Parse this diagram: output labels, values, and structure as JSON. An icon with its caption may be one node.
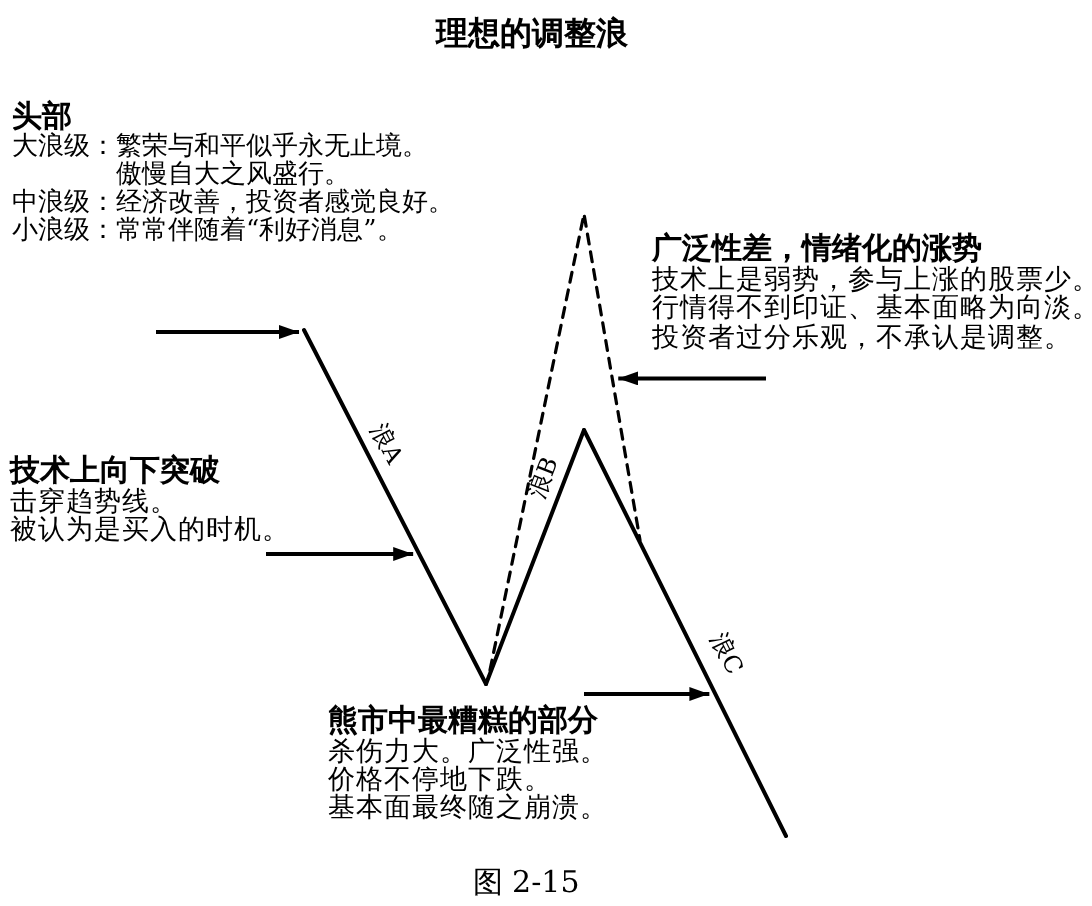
{
  "diagram": {
    "title": "理想的调整浪",
    "caption": "图 2-15",
    "nodes": [
      {
        "text": [
          "头部",
          "大浪级：繁荣与和平似乎永无止境。傲慢自大之风盛行。",
          "中浪级：经济改善，投资者感觉良好。",
          "小浪级：常常伴随着“利好消息”。"
        ]
      },
      {
        "text": [
          "广泛性差，情绪化的涨势",
          "技术上是弱势，参与上涨的股票少。",
          "行情得不到印证、基本面略为向淡。",
          "投资者过分乐观，不承认是调整。"
        ]
      },
      {
        "text": [
          "技术上向下突破",
          "击穿趋势线。",
          "被认为是买入的时机。"
        ]
      },
      {
        "text": [
          "浪A"
        ]
      },
      {
        "text": [
          "浪B"
        ]
      },
      {
        "text": [
          "浪C"
        ]
      },
      {
        "text": [
          "熊市中最糟糕的部分",
          "杀伤力大。广泛性强。",
          "价格不停地下跌。",
          "基本面最终随之崩溃。"
        ]
      }
    ],
    "edges": [
      {
        "from": null,
        "to": 3,
        "arrow": "to"
      },
      {
        "from": 2,
        "to": 3,
        "arrow": "to"
      },
      {
        "from": 1,
        "to": 4,
        "arrow": "to"
      },
      {
        "from": 6,
        "to": 5,
        "arrow": "to"
      }
    ]
  }
}
